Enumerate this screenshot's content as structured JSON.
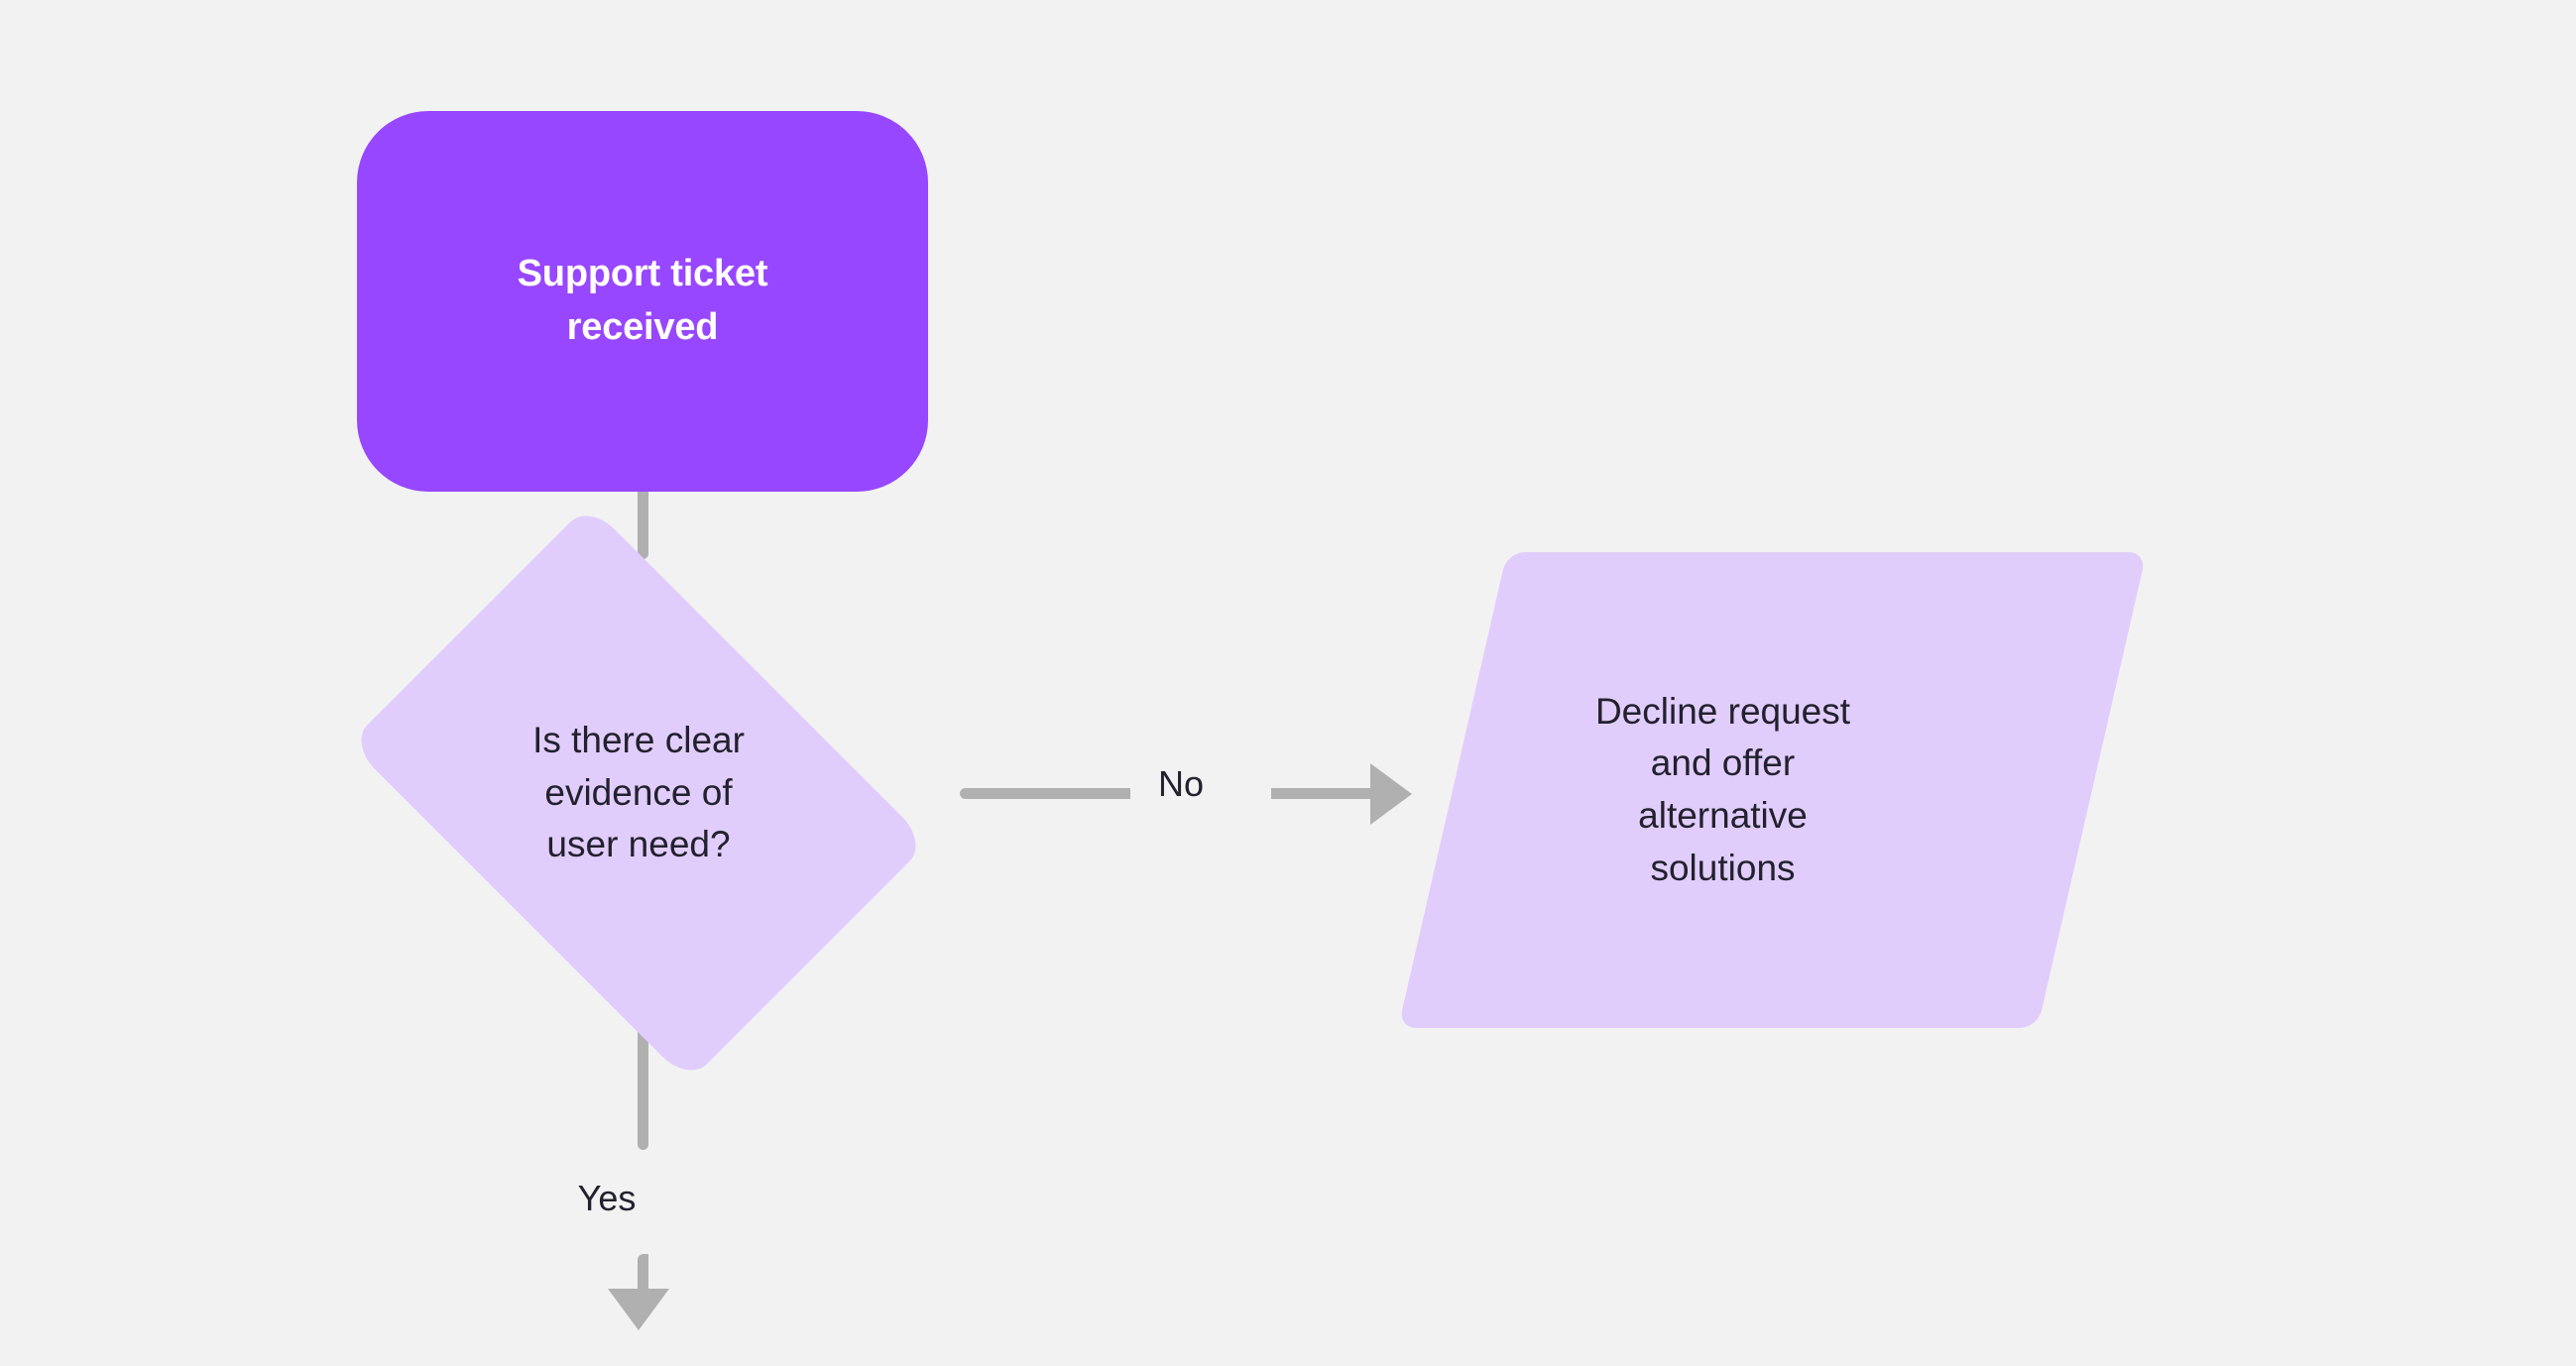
{
  "diagram": {
    "type": "flowchart",
    "background_color": "#f2f2f2",
    "nodes": [
      {
        "id": "start",
        "shape": "rounded-rectangle",
        "label": "Support ticket\nreceived",
        "fill_color": "#9747ff",
        "text_color": "#ffffff"
      },
      {
        "id": "decision",
        "shape": "diamond",
        "label": "Is there clear\nevidence of\nuser need?",
        "fill_color": "#e1cdfb",
        "text_color": "#22212e"
      },
      {
        "id": "output",
        "shape": "parallelogram",
        "label": "Decline request\nand offer\nalternative\nsolutions",
        "fill_color": "#e1cdfb",
        "text_color": "#22212e"
      }
    ],
    "edges": [
      {
        "id": "start-to-decision",
        "from": "start",
        "to": "decision",
        "label": "",
        "color": "#b0b0b0"
      },
      {
        "id": "decision-to-output",
        "from": "decision",
        "to": "output",
        "label": "No",
        "color": "#b0b0b0"
      },
      {
        "id": "decision-yes",
        "from": "decision",
        "to": "",
        "label": "Yes",
        "color": "#b0b0b0"
      }
    ]
  }
}
